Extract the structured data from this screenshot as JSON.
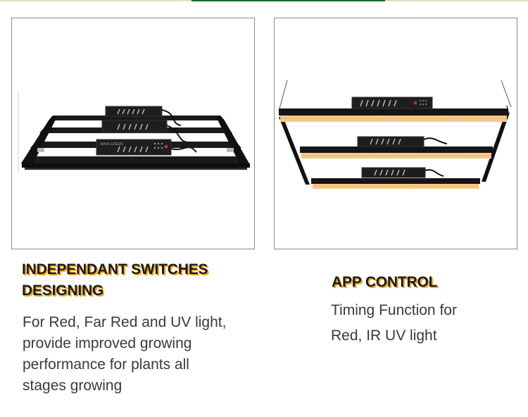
{
  "left_panel": {
    "heading_line1": "INDEPENDANT SWITCHES",
    "heading_line2": "DESIGNING",
    "description": [
      "For Red, Far Red and UV light,",
      "provide improved growing",
      "performance for plants all",
      "stages growing"
    ],
    "brand_text": "BAVA GREEN"
  },
  "right_panel": {
    "heading": "APP CONTROL",
    "description": [
      "Timing Function for",
      "Red, IR UV light"
    ]
  },
  "colors": {
    "heading_shadow": "#f2a81d",
    "heading_text": "#1a1a1a",
    "body_text": "#3a3a3a",
    "led_glow": "#f7c88a",
    "fixture_black": "#151515"
  }
}
